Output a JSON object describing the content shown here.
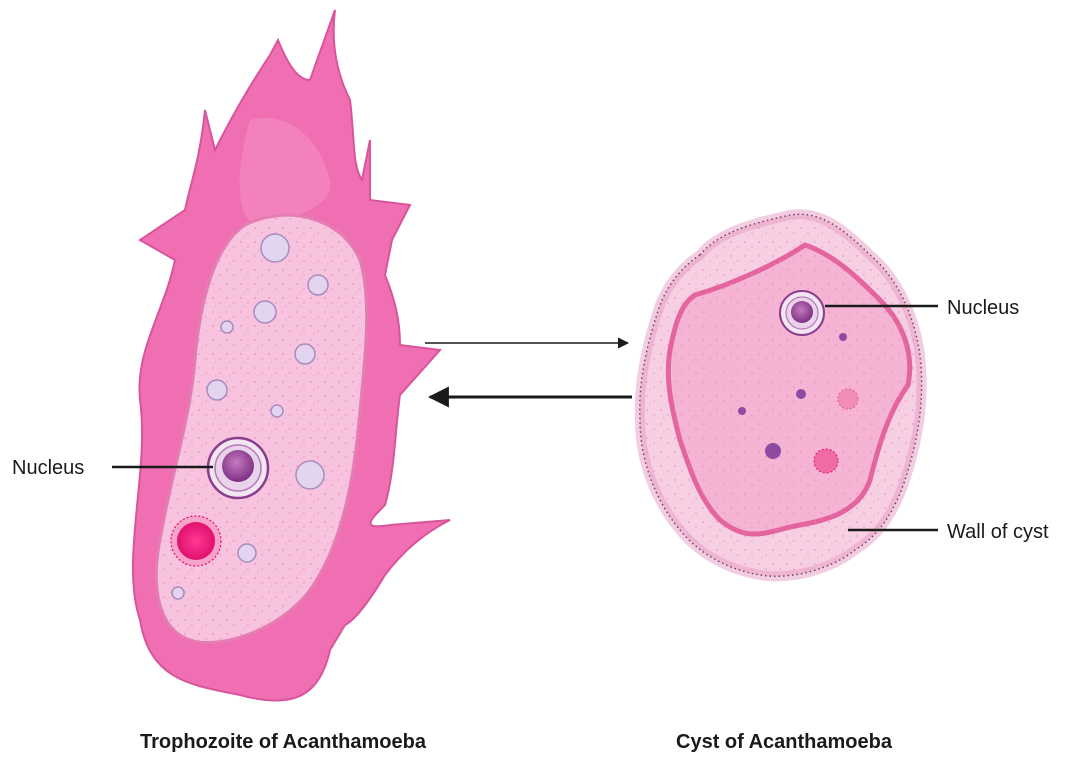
{
  "labels": {
    "trophozoite_nucleus": "Nucleus",
    "cyst_nucleus": "Nucleus",
    "cyst_wall": "Wall of cyst"
  },
  "captions": {
    "trophozoite": "Trophozoite of Acanthamoeba",
    "cyst": "Cyst of Acanthamoeba"
  },
  "colors": {
    "outer_pink": "#ef6fb2",
    "inner_pink": "#f7c3de",
    "nucleus_purple": "#9a4a98",
    "vacuole": "#e3d4ef",
    "red_vacuole": "#f0137a"
  }
}
